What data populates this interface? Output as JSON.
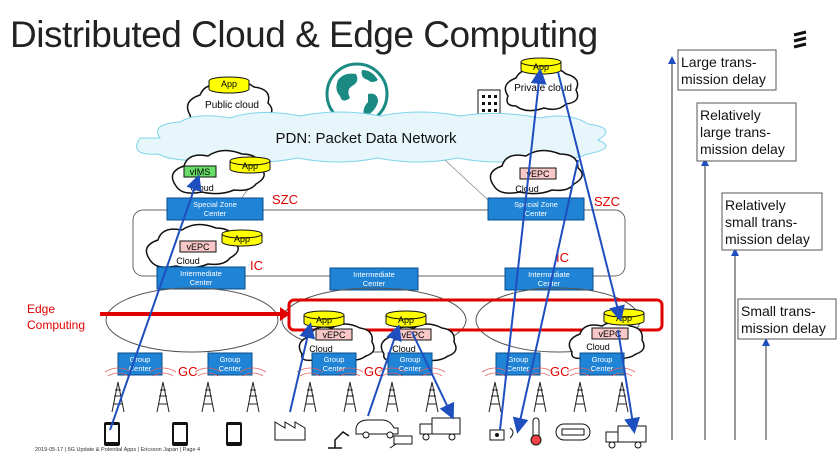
{
  "title": "Distributed Cloud & Edge Computing",
  "footer": "2019-05-17 | 5G Update & Potential Apps | Ericsson Japan | Page 4",
  "logo_icon": "ericsson-logo-icon",
  "pdn_label": "PDN: Packet Data Network",
  "clouds": {
    "public": "Public cloud",
    "private": "Private cloud",
    "cloud": "Cloud"
  },
  "tags": {
    "app": "App",
    "vims": "vIMS",
    "vepc": "vEPC"
  },
  "centers": {
    "szc": "Special Zone Center",
    "ic": "Intermediate Center",
    "gc": "Group Center"
  },
  "red_labels": {
    "szc": "SZC",
    "ic": "IC",
    "gc": "GC",
    "edge": "Edge Computing"
  },
  "delays": {
    "large": "Large trans-mission delay",
    "rel_large": "Relatively large trans-mission delay",
    "rel_small": "Relatively small trans-mission delay",
    "small": "Small trans-mission delay"
  },
  "colors": {
    "center_blue": "#1f83d6",
    "app_yellow": "#ffff00",
    "vims_green": "#66dd66",
    "vepc_pink": "#f8c8c8",
    "red": "#e00000",
    "arrow_blue": "#1f4fbf",
    "pdn_fill": "#e6f6fa"
  }
}
